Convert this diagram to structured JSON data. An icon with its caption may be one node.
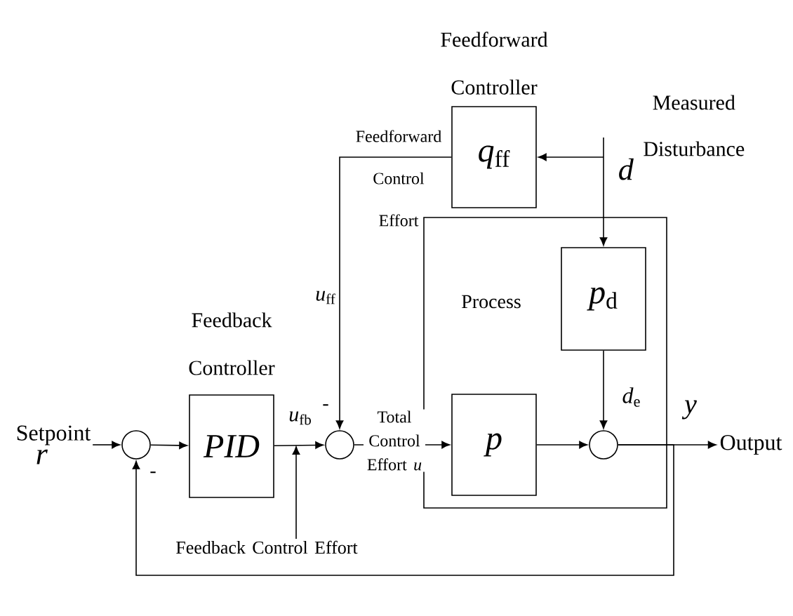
{
  "diagram": {
    "nodes": [
      {
        "text": [
          "Setpoint",
          "r"
        ]
      },
      {
        "text": [],
        "shape": "circle"
      },
      {
        "text": [
          "Feedback Controller",
          "PID"
        ]
      },
      {
        "text": [],
        "shape": "circle"
      },
      {
        "text": [
          "Process"
        ]
      },
      {
        "text": [
          "p"
        ],
        "in": 4
      },
      {
        "text": [
          "*p*$_{d}$"
        ],
        "in": 4
      },
      {
        "text": [],
        "shape": "circle",
        "in": 4
      },
      {
        "text": [
          "Feedforward Controller",
          "*q*$_{ff}$"
        ]
      },
      {
        "text": [
          "Measured Disturbance",
          "d"
        ]
      },
      {
        "text": [
          "Output"
        ]
      },
      {
        "text": [
          "Feedback Control Effort"
        ]
      }
    ],
    "edges": [
      {
        "from": 0,
        "to": 1,
        "arrow": "to"
      },
      {
        "from": 1,
        "to": 2,
        "arrow": "to"
      },
      {
        "from": 2,
        "to": 3,
        "arrow": "to",
        "label": "*u*$_{fb}$"
      },
      {
        "from": 3,
        "to": 5,
        "arrow": "to",
        "label": "Total Control Effort *u*"
      },
      {
        "from": 5,
        "to": 7,
        "arrow": "to"
      },
      {
        "from": 6,
        "to": 7,
        "arrow": "to",
        "label": "*d*$_{e}$"
      },
      {
        "from": 7,
        "to": 10,
        "arrow": "to",
        "label": "*y*"
      },
      {
        "from": 7,
        "to": 1,
        "arrow": "to"
      },
      {
        "from": 9,
        "to": 6,
        "arrow": "to"
      },
      {
        "from": 9,
        "to": 8,
        "arrow": "to"
      },
      {
        "from": 8,
        "to": 3,
        "arrow": "to",
        "label": "*u*$_{ff}$"
      },
      {
        "from": 11,
        "to": null,
        "arrow": "to"
      }
    ],
    "labels": [
      "Feedforward Control Effort",
      "-",
      "-"
    ]
  }
}
